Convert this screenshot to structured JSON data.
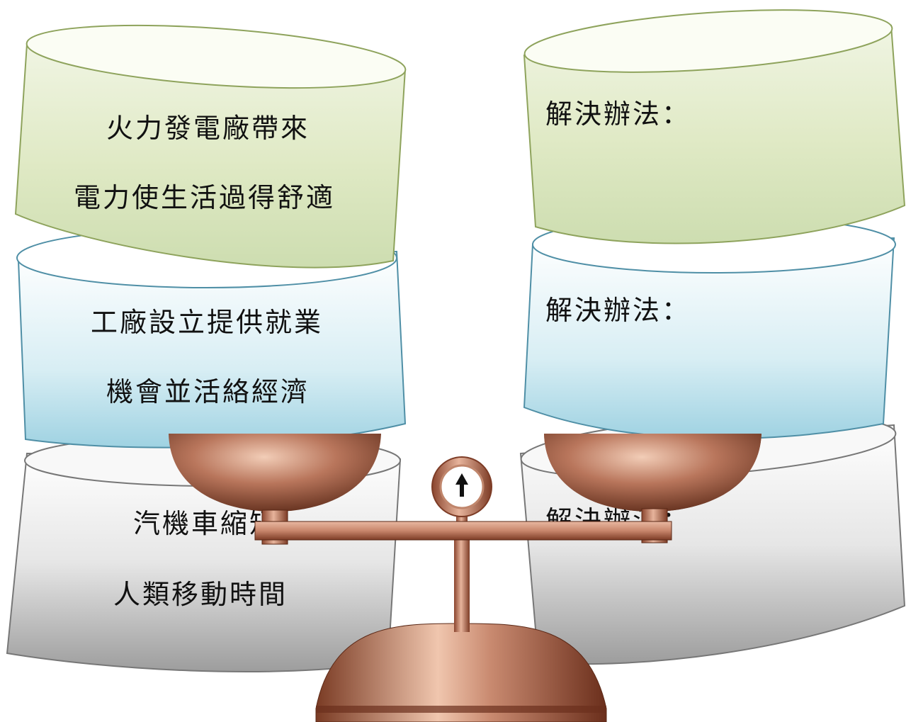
{
  "left_column": {
    "top_block": {
      "line1": "火力發電廠帶來",
      "line2": "電力使生活過得舒適",
      "color": "#d9e5b9"
    },
    "middle_block": {
      "line1": "工廠設立提供就業",
      "line2": "機會並活絡經濟",
      "color": "#b9dde8"
    },
    "bottom_block": {
      "line1": "汽機車縮短",
      "line2": "人類移動時間",
      "color": "#d6d6d6"
    }
  },
  "right_column": {
    "top_block": {
      "label": "解決辦法：",
      "color": "#d9e5b9"
    },
    "middle_block": {
      "label": "解決辦法：",
      "color": "#b9dde8"
    },
    "bottom_block": {
      "label": "解決辦法：",
      "color": "#d6d6d6"
    }
  },
  "scale": {
    "metal_color": "#b9765c",
    "dial_icon": "arrow-up-icon"
  }
}
